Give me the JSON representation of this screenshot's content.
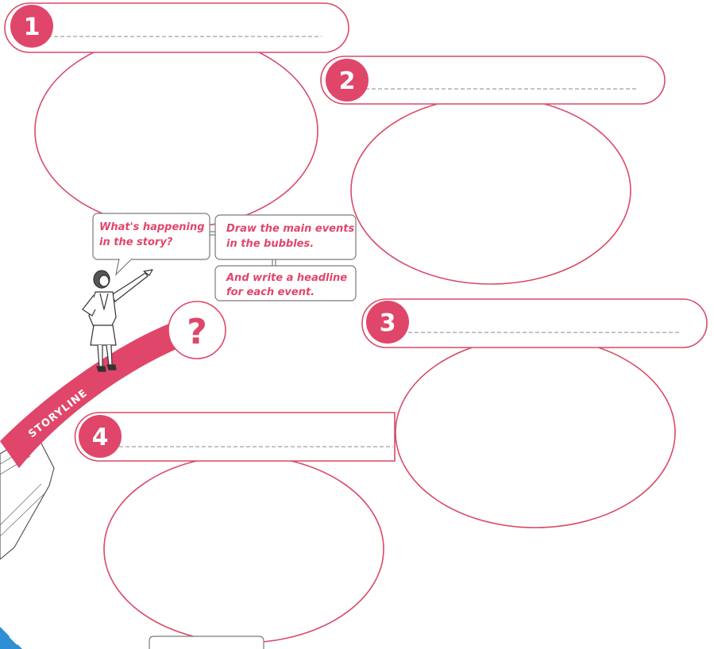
{
  "colors": {
    "accent": "#e0466a",
    "outline": "#d94a68",
    "dash": "#888888",
    "corner_tab": "#2f8fd6"
  },
  "events": [
    {
      "number": "1"
    },
    {
      "number": "2"
    },
    {
      "number": "3"
    },
    {
      "number": "4"
    }
  ],
  "callouts": {
    "question_line1": "What's happening",
    "question_line2": "in the story?",
    "instruction_line1": "Draw the main events",
    "instruction_line2": "in the bubbles.",
    "headline_line1": "And write a headline",
    "headline_line2": "for each event."
  },
  "storyline": {
    "label": "STORYLINE",
    "marker": "?"
  },
  "icons": [
    "woman-pointing-figure",
    "book-icon",
    "corner-tab"
  ]
}
